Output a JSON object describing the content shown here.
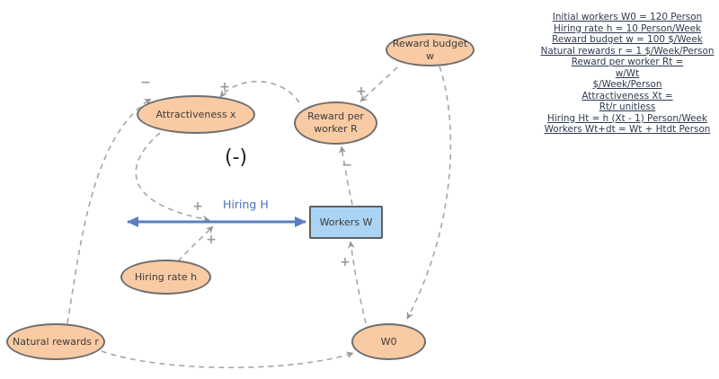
{
  "diagram": {
    "nodes": {
      "reward_budget": {
        "label": "Reward budget w",
        "type": "variable"
      },
      "attractiveness": {
        "label": "Attractiveness x",
        "type": "variable"
      },
      "reward_per_worker": {
        "label": "Reward per worker R",
        "type": "variable"
      },
      "workers": {
        "label": "Workers W",
        "type": "stock"
      },
      "hiring_rate": {
        "label": "Hiring rate h",
        "type": "variable"
      },
      "natural_rewards": {
        "label": "Natural rewards r",
        "type": "variable"
      },
      "w0": {
        "label": "W0",
        "type": "variable"
      }
    },
    "flow_label": "Hiring H",
    "loop_label": "(-)",
    "edges": [
      {
        "from": "natural_rewards",
        "to": "attractiveness",
        "sign": "−"
      },
      {
        "from": "reward_per_worker",
        "to": "attractiveness",
        "sign": "+"
      },
      {
        "from": "reward_budget",
        "to": "reward_per_worker",
        "sign": "+"
      },
      {
        "from": "reward_budget",
        "to": "w0",
        "sign": ""
      },
      {
        "from": "workers",
        "to": "reward_per_worker",
        "sign": "−"
      },
      {
        "from": "w0",
        "to": "workers",
        "sign": "+"
      },
      {
        "from": "natural_rewards",
        "to": "w0",
        "sign": ""
      },
      {
        "from": "attractiveness",
        "to": "hiring_flow",
        "sign": "+"
      },
      {
        "from": "hiring_rate",
        "to": "hiring_flow",
        "sign": "+"
      }
    ]
  },
  "equations": {
    "lines": [
      "Initial workers W0 = 120 Person",
      "Hiring rate h = 10 Person/Week",
      "Reward budget w = 100 $/Week",
      "Natural rewards r = 1 $/Week/Person",
      "Reward per worker Rt =",
      "w/Wt",
      "$/Week/Person",
      "Attractiveness Xt =",
      "Rt/r  unitless",
      "Hiring Ht = h (Xt - 1)  Person/Week",
      "Workers Wt+dt =  Wt + Htdt Person"
    ]
  },
  "colors": {
    "variable_fill": "#f9cba4",
    "stock_fill": "#abd3f3",
    "flow_blue": "#4a6fbd",
    "connector_gray": "#a6a6a6",
    "equation_text": "#2e3950"
  }
}
